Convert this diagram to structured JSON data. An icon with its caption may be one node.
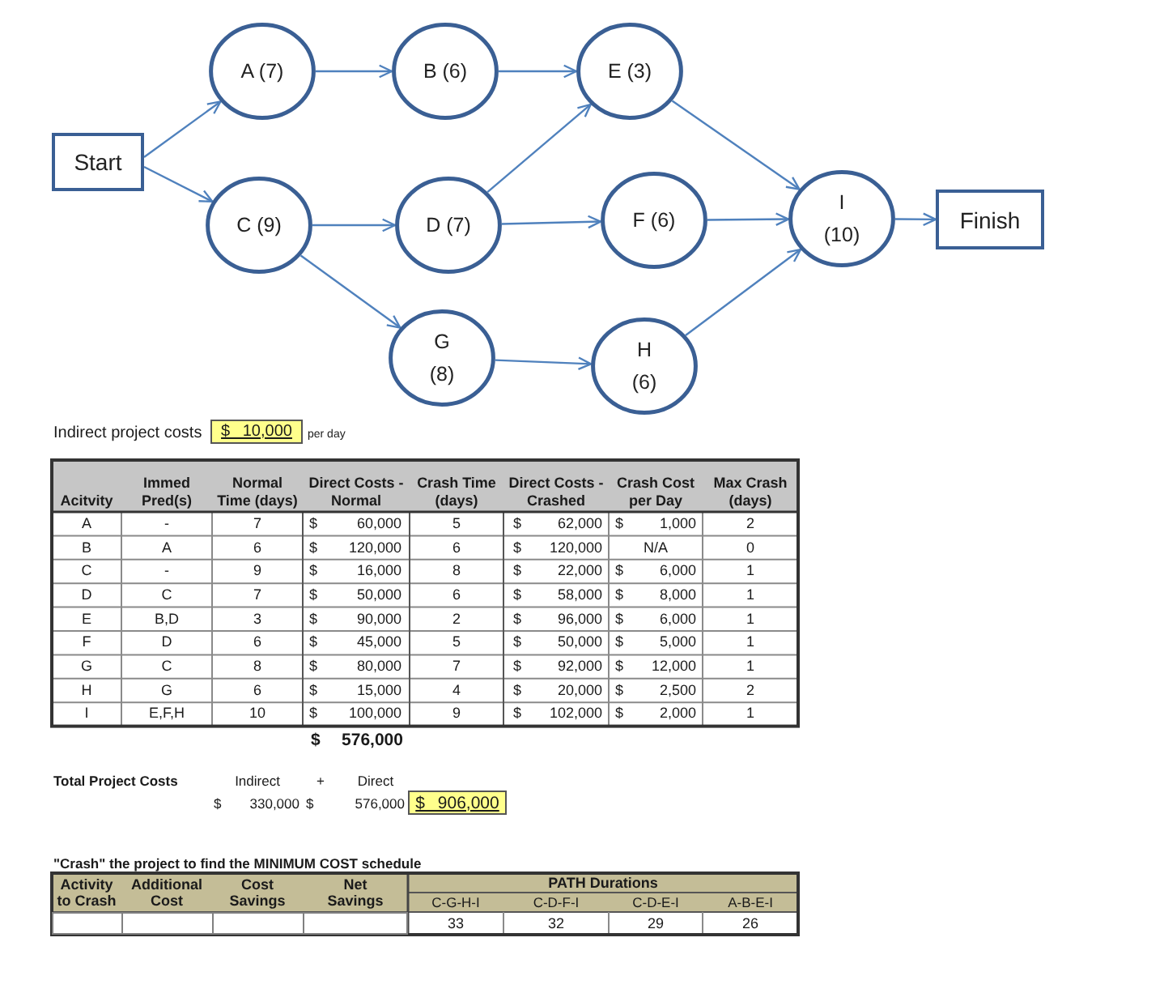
{
  "diagram": {
    "nodes": [
      {
        "text": [
          "Start"
        ]
      },
      {
        "text": [
          "A (7)"
        ]
      },
      {
        "text": [
          "B (6)"
        ]
      },
      {
        "text": [
          "E (3)"
        ]
      },
      {
        "text": [
          "C (9)"
        ]
      },
      {
        "text": [
          "D (7)"
        ]
      },
      {
        "text": [
          "F (6)"
        ]
      },
      {
        "text": [
          "G (8)"
        ]
      },
      {
        "text": [
          "H (6)"
        ]
      },
      {
        "text": [
          "I (10)"
        ]
      },
      {
        "text": [
          "Finish"
        ]
      }
    ],
    "edges": [
      {
        "from": 0,
        "to": 1,
        "arrow": "to"
      },
      {
        "from": 0,
        "to": 4,
        "arrow": "to"
      },
      {
        "from": 1,
        "to": 2,
        "arrow": "to"
      },
      {
        "from": 2,
        "to": 3,
        "arrow": "to"
      },
      {
        "from": 4,
        "to": 5,
        "arrow": "to"
      },
      {
        "from": 4,
        "to": 7,
        "arrow": "to"
      },
      {
        "from": 5,
        "to": 3,
        "arrow": "to"
      },
      {
        "from": 5,
        "to": 6,
        "arrow": "to"
      },
      {
        "from": 7,
        "to": 8,
        "arrow": "to"
      },
      {
        "from": 3,
        "to": 9,
        "arrow": "to"
      },
      {
        "from": 6,
        "to": 9,
        "arrow": "to"
      },
      {
        "from": 8,
        "to": 9,
        "arrow": "to"
      },
      {
        "from": 9,
        "to": 10,
        "arrow": "to"
      }
    ],
    "labels": [
      "Indirect project costs",
      "$ 10,000",
      "per day",
      "Acitvity",
      "Immed Pred(s)",
      "Normal Time (days)",
      "Direct Costs - Normal",
      "Crash Time (days)",
      "Direct Costs - Crashed",
      "Crash Cost per Day",
      "Max Crash (days)",
      "A",
      "-",
      "7",
      "$",
      "60,000",
      "5",
      "$",
      "62,000",
      "$",
      "1,000",
      "2",
      "B",
      "A",
      "6",
      "$",
      "120,000",
      "6",
      "$",
      "120,000",
      "N/A",
      "0",
      "C",
      "-",
      "9",
      "$",
      "16,000",
      "8",
      "$",
      "22,000",
      "$",
      "6,000",
      "1",
      "D",
      "C",
      "7",
      "$",
      "50,000",
      "6",
      "$",
      "58,000",
      "$",
      "8,000",
      "1",
      "E",
      "B,D",
      "3",
      "$",
      "90,000",
      "2",
      "$",
      "96,000",
      "$",
      "6,000",
      "1",
      "F",
      "D",
      "6",
      "$",
      "45,000",
      "5",
      "$",
      "50,000",
      "$",
      "5,000",
      "1",
      "G",
      "C",
      "8",
      "$",
      "80,000",
      "7",
      "$",
      "92,000",
      "$",
      "12,000",
      "1",
      "H",
      "G",
      "6",
      "$",
      "15,000",
      "4",
      "$",
      "20,000",
      "$",
      "2,500",
      "2",
      "I",
      "E,F,H",
      "10",
      "$",
      "100,000",
      "9",
      "$",
      "102,000",
      "$",
      "2,000",
      "1",
      "$",
      "576,000",
      "Total Project Costs",
      "Indirect",
      "+",
      "Direct",
      "$",
      "330,000",
      "$",
      "576,000",
      "$ 906,000",
      "\"Crash\" the project to find the MINIMUM COST schedule",
      "Activity to Crash",
      "Additional Cost",
      "Cost Savings",
      "Net Savings",
      "PATH Durations",
      "C-G-H-I",
      "C-D-F-I",
      "C-D-E-I",
      "A-B-E-I",
      "33",
      "32",
      "29",
      "26"
    ]
  }
}
